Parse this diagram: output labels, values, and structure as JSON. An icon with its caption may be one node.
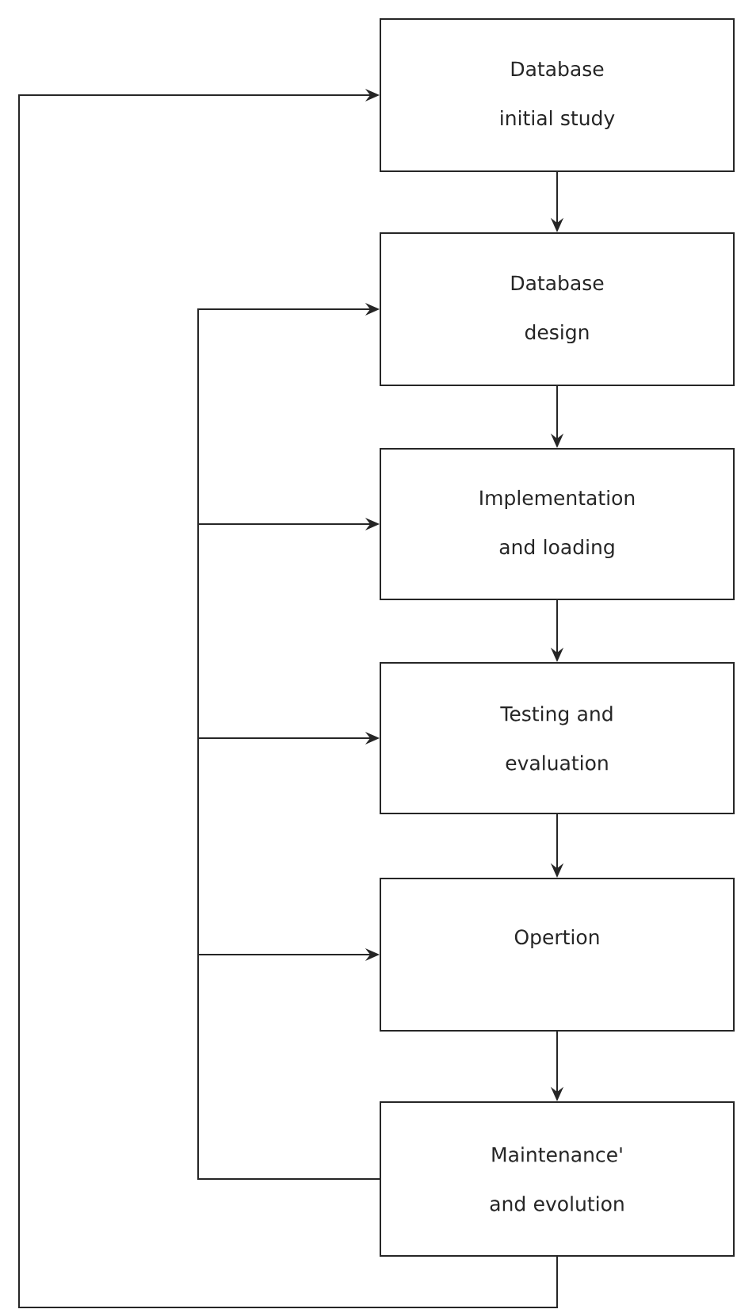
{
  "diagram": {
    "nodes": [
      {
        "text": [
          "Database initial study"
        ]
      },
      {
        "text": [
          "Database design"
        ]
      },
      {
        "text": [
          "Implementation and loading"
        ]
      },
      {
        "text": [
          "Testing and evaluation"
        ]
      },
      {
        "text": [
          "Opertion"
        ]
      },
      {
        "text": [
          "Maintenance' and evolution"
        ]
      }
    ],
    "edges": [
      {
        "from": 0,
        "to": 1,
        "arrow": "to"
      },
      {
        "from": 1,
        "to": 2,
        "arrow": "to"
      },
      {
        "from": 2,
        "to": 3,
        "arrow": "to"
      },
      {
        "from": 3,
        "to": 4,
        "arrow": "to"
      },
      {
        "from": 4,
        "to": 5,
        "arrow": "to"
      },
      {
        "from": 5,
        "to": 0,
        "arrow": "to"
      },
      {
        "from": 5,
        "to": 1,
        "arrow": "to"
      },
      {
        "from": 5,
        "to": 2,
        "arrow": "to"
      },
      {
        "from": 5,
        "to": 3,
        "arrow": "to"
      },
      {
        "from": 5,
        "to": 4,
        "arrow": "to"
      }
    ]
  }
}
